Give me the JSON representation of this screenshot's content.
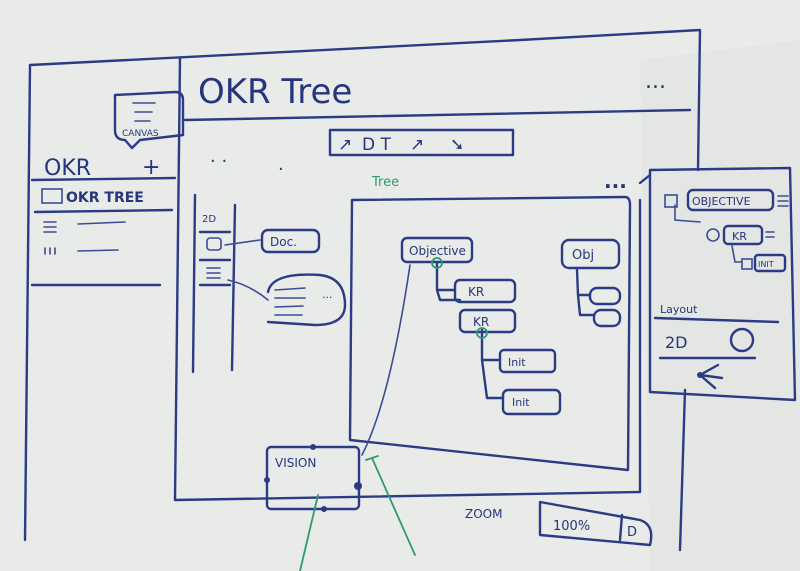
{
  "app": {
    "title": "OKR Tree",
    "menu_dots": "..."
  },
  "sidebar": {
    "heading": "OKR",
    "add_label": "+",
    "items": [
      {
        "label": "OKR TREE",
        "icon": "image-icon"
      }
    ],
    "canvas_popover": {
      "label": "CANVAS"
    }
  },
  "toolbar": {
    "label": "D T"
  },
  "canvas": {
    "tab_label": "Tree",
    "more_dots": "...",
    "left_tools": {
      "label": "2D"
    },
    "doc_card": "Doc.",
    "list_more": "...",
    "tree": {
      "root": "Objective",
      "children": [
        "KR",
        "KR"
      ],
      "grandchildren": [
        "Init",
        "Init"
      ],
      "second_root": "Obj"
    },
    "vision_node": "VISION"
  },
  "zoom": {
    "label": "ZOOM",
    "value": "100%",
    "dropdown": "D"
  },
  "inspector": {
    "objective": "OBJECTIVE",
    "kr": "KR",
    "init": "INIT",
    "layout_label": "Layout",
    "layout_option": "2D"
  },
  "colors": {
    "ink": "#2b3b86",
    "accent": "#2f9a72",
    "board": "#e9ebe8"
  }
}
